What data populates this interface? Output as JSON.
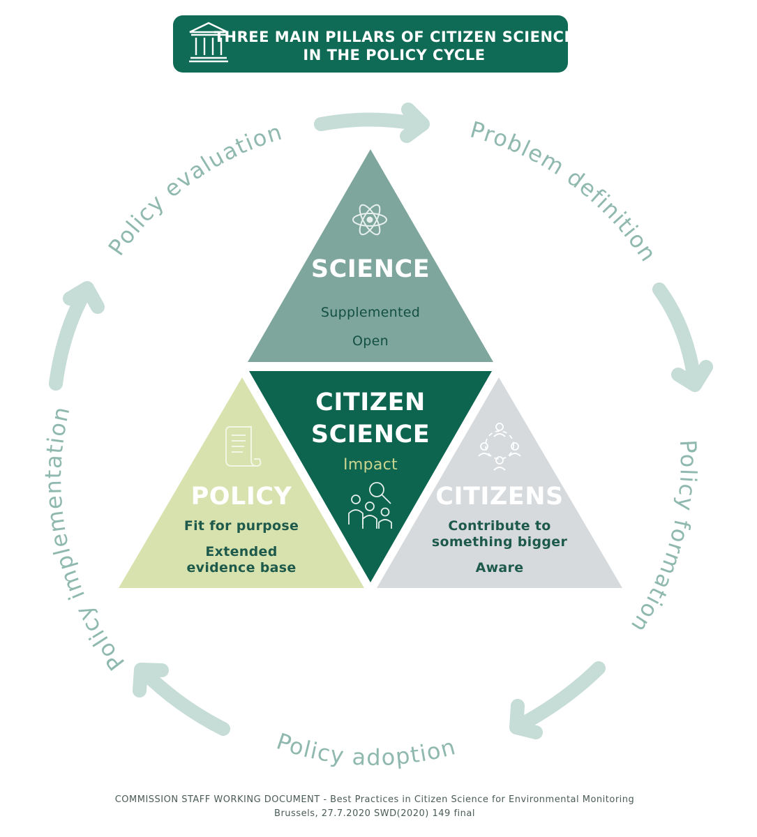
{
  "header": {
    "title_line1": "THREE MAIN PILLARS OF CITIZEN SCIENCE",
    "title_line2": "IN THE POLICY CYCLE",
    "icon": "pillars-building-icon"
  },
  "cycle": {
    "problem_definition": "Problem definition",
    "policy_formation": "Policy formation",
    "policy_adoption": "Policy adoption",
    "policy_implementation": "Policy implementation",
    "policy_evaluation": "Policy evaluation"
  },
  "pillars": {
    "science": {
      "title": "SCIENCE",
      "line1": "Supplemented",
      "line2": "Open",
      "icon": "atom-icon"
    },
    "citizen_science": {
      "title_line1": "CITIZEN",
      "title_line2": "SCIENCE",
      "subtitle": "Impact",
      "icon": "people-magnifier-icon"
    },
    "policy": {
      "title": "POLICY",
      "line1": "Fit for purpose",
      "line2": "Extended",
      "line3": "evidence base",
      "icon": "scroll-document-icon"
    },
    "citizens": {
      "title": "CITIZENS",
      "line1": "Contribute to",
      "line2": "something bigger",
      "line3": "Aware",
      "icon": "people-circle-icon"
    }
  },
  "colors": {
    "header_bg": "#0f6b55",
    "science": "#7ea69c",
    "citizen_science": "#0d6550",
    "policy": "#d8e2ae",
    "citizens": "#d6dadd",
    "cycle": "#c6dcd6",
    "cycle_text": "#8fb8ae"
  },
  "footer": {
    "line1": "COMMISSION STAFF WORKING DOCUMENT - Best Practices in Citizen Science for Environmental Monitoring",
    "line2": "Brussels, 27.7.2020 SWD(2020) 149 final"
  }
}
